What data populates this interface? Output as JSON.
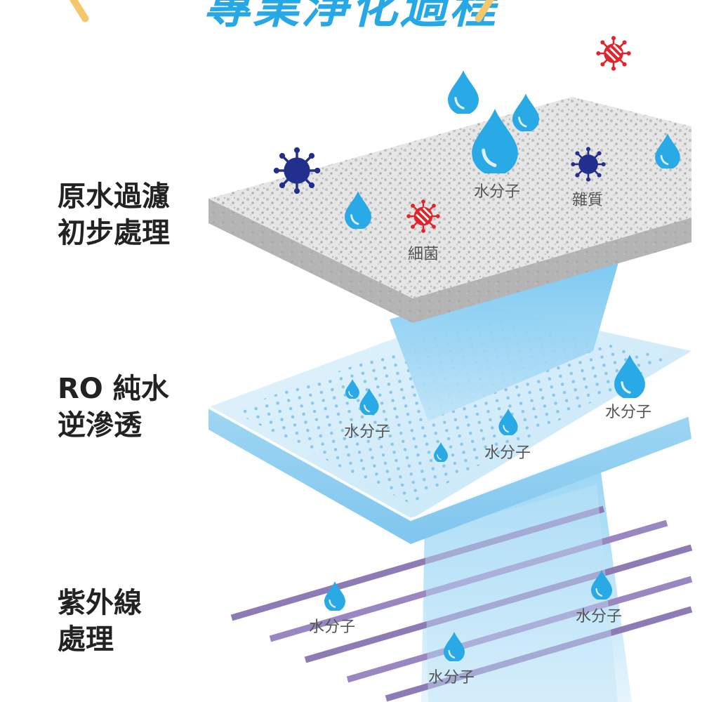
{
  "header": {
    "title": "專業淨化過程"
  },
  "stages": [
    {
      "line1": "原水過濾",
      "line2": "初步處理"
    },
    {
      "line1": "RO 純水",
      "line2": "逆滲透"
    },
    {
      "line1": "紫外線",
      "line2": "處理"
    }
  ],
  "labels": {
    "water": "水分子",
    "impurity": "雜質",
    "bacteria": "細菌"
  },
  "colors": {
    "title": "#27a8e6",
    "water_drop": "#29a9e6",
    "impurity": "#232f8c",
    "bacteria": "#e0242b",
    "uv_stripe": "#8e7bb6",
    "ro_membrane": "#cfe9f7",
    "filter_layer": "#dcdcdc"
  },
  "icons": [
    "water-drop-icon",
    "virus-icon",
    "bacteria-icon"
  ]
}
